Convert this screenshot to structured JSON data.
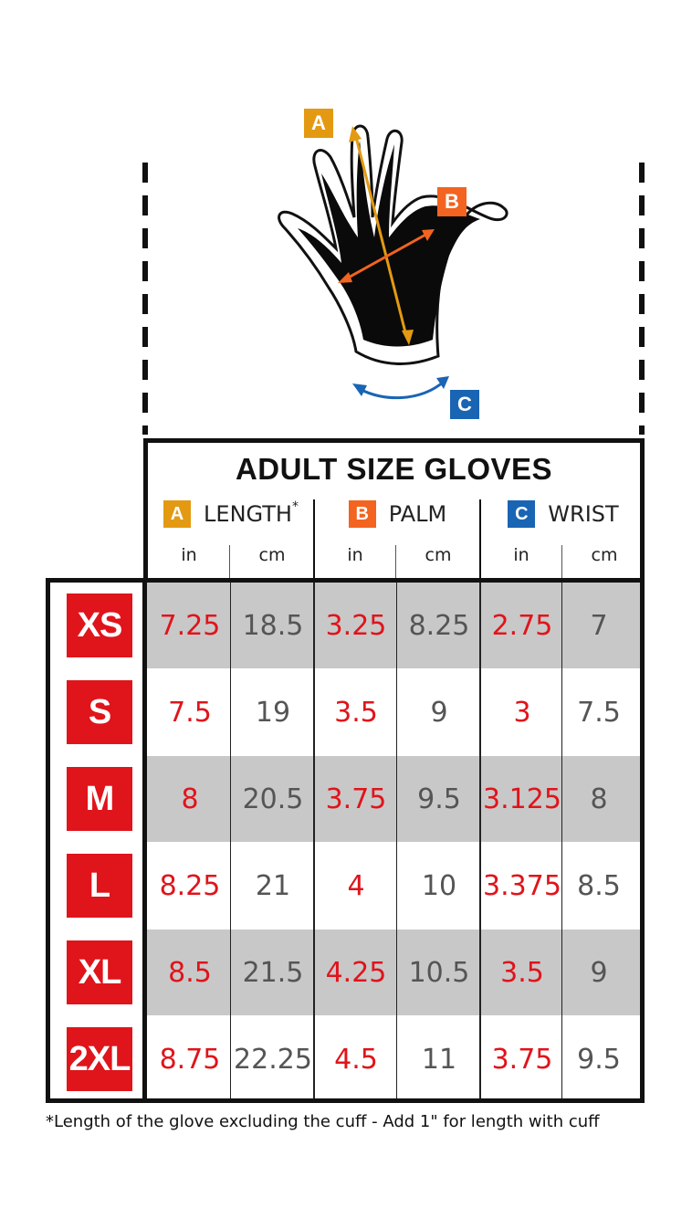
{
  "diagram": {
    "tags": [
      {
        "letter": "A",
        "color": "#e39a12"
      },
      {
        "letter": "B",
        "color": "#f2641f"
      },
      {
        "letter": "C",
        "color": "#1a64b4"
      }
    ],
    "arrow_colors": {
      "length": "#e39a12",
      "palm": "#f2641f",
      "wrist": "#1a64b4"
    }
  },
  "header": {
    "title": "ADULT SIZE GLOVES",
    "groups": [
      {
        "letter": "A",
        "label": "LENGTH",
        "mark": "*",
        "color": "#e39a12"
      },
      {
        "letter": "B",
        "label": "PALM",
        "color": "#f2641f"
      },
      {
        "letter": "C",
        "label": "WRIST",
        "color": "#1a64b4"
      }
    ],
    "units": [
      "in",
      "cm",
      "in",
      "cm",
      "in",
      "cm"
    ]
  },
  "colors": {
    "size_badge": "#e0141b",
    "in_value": "#e0141b",
    "cm_value": "#555555",
    "shade": "#c8c8c8"
  },
  "rows": [
    {
      "size": "XS",
      "values": [
        "7.25",
        "18.5",
        "3.25",
        "8.25",
        "2.75",
        "7"
      ]
    },
    {
      "size": "S",
      "values": [
        "7.5",
        "19",
        "3.5",
        "9",
        "3",
        "7.5"
      ]
    },
    {
      "size": "M",
      "values": [
        "8",
        "20.5",
        "3.75",
        "9.5",
        "3.125",
        "8"
      ]
    },
    {
      "size": "L",
      "values": [
        "8.25",
        "21",
        "4",
        "10",
        "3.375",
        "8.5"
      ]
    },
    {
      "size": "XL",
      "values": [
        "8.5",
        "21.5",
        "4.25",
        "10.5",
        "3.5",
        "9"
      ]
    },
    {
      "size": "2XL",
      "values": [
        "8.75",
        "22.25",
        "4.5",
        "11",
        "3.75",
        "9.5"
      ]
    }
  ],
  "footnote": "*Length of the glove excluding the cuff - Add 1\" for length with cuff"
}
